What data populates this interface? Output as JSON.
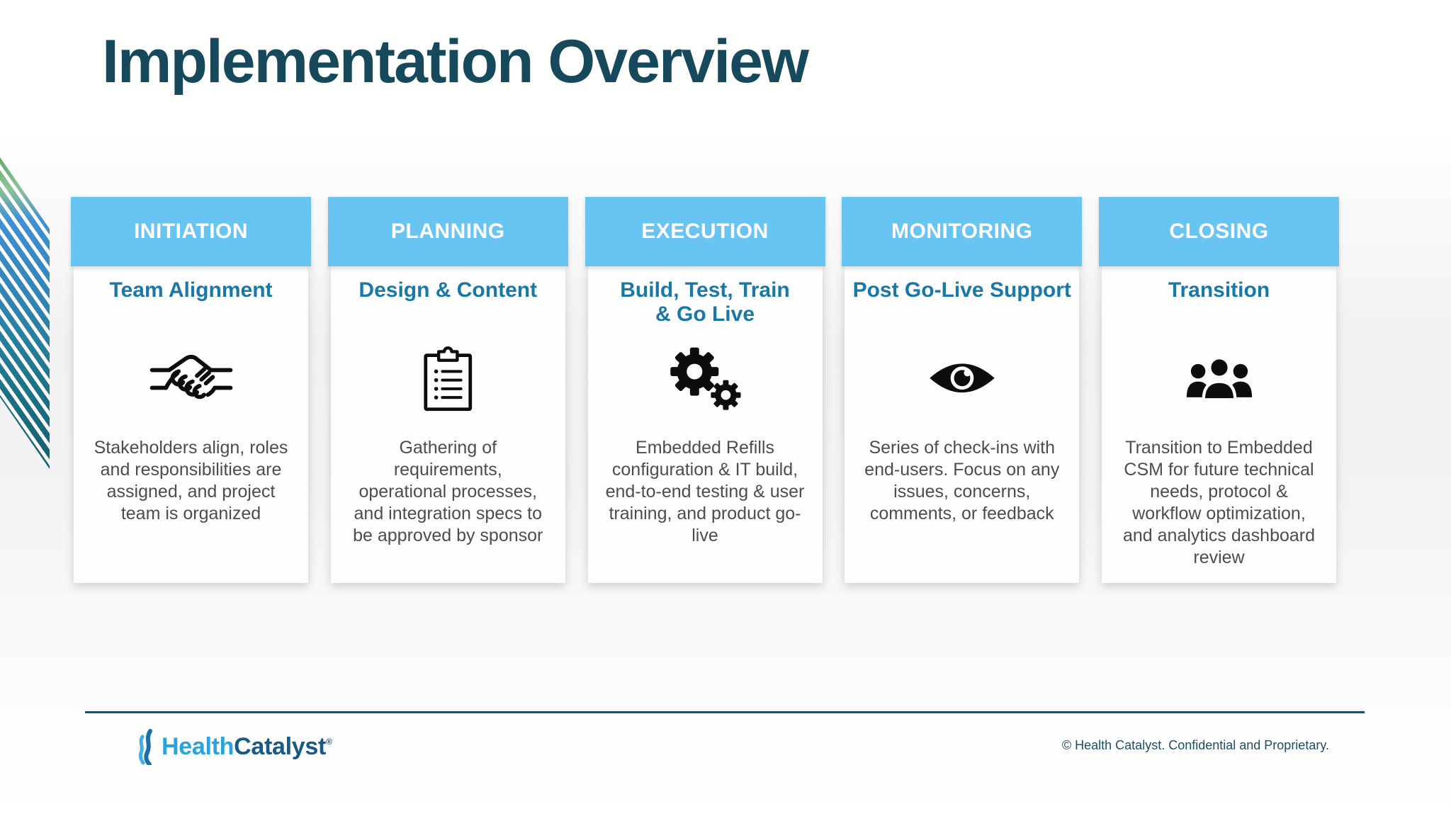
{
  "slide": {
    "title": "Implementation Overview",
    "phases": [
      {
        "header": "INITIATION",
        "subtitle": "Team Alignment",
        "icon": "handshake-icon",
        "description": "Stakeholders align, roles and responsibilities are assigned, and project team is organized"
      },
      {
        "header": "PLANNING",
        "subtitle": "Design & Content",
        "icon": "clipboard-icon",
        "description": "Gathering of requirements, operational processes, and integration specs to be approved by sponsor"
      },
      {
        "header": "EXECUTION",
        "subtitle": "Build, Test, Train\n& Go Live",
        "icon": "gears-icon",
        "description": "Embedded Refills configuration & IT build, end-to-end testing & user training, and product go-live"
      },
      {
        "header": "MONITORING",
        "subtitle": "Post Go-Live Support",
        "icon": "eye-icon",
        "description": "Series of check-ins with end-users. Focus on any issues, concerns, comments, or feedback"
      },
      {
        "header": "CLOSING",
        "subtitle": "Transition",
        "icon": "people-icon",
        "description": "Transition to Embedded CSM for future technical needs, protocol & workflow optimization, and analytics dashboard review"
      }
    ],
    "footer": {
      "logo_health": "Health",
      "logo_catalyst": "Catalyst",
      "logo_mark": "®",
      "copyright": "© Health Catalyst. Confidential and Proprietary."
    },
    "colors": {
      "header_band_blue": "#68C4F1",
      "title_dark_teal": "#17495C",
      "subtitle_blue": "#1878A8",
      "body_text_gray": "#4D4D4D",
      "footer_teal": "#1D4E63",
      "logo_light_blue": "#2AA2DC",
      "logo_dark_blue": "#175A84",
      "stripe_green": "#5FA968",
      "stripe_blue": "#4190D5",
      "stripe_teal": "#135F6F",
      "icon_black": "#0D0D0D"
    }
  }
}
